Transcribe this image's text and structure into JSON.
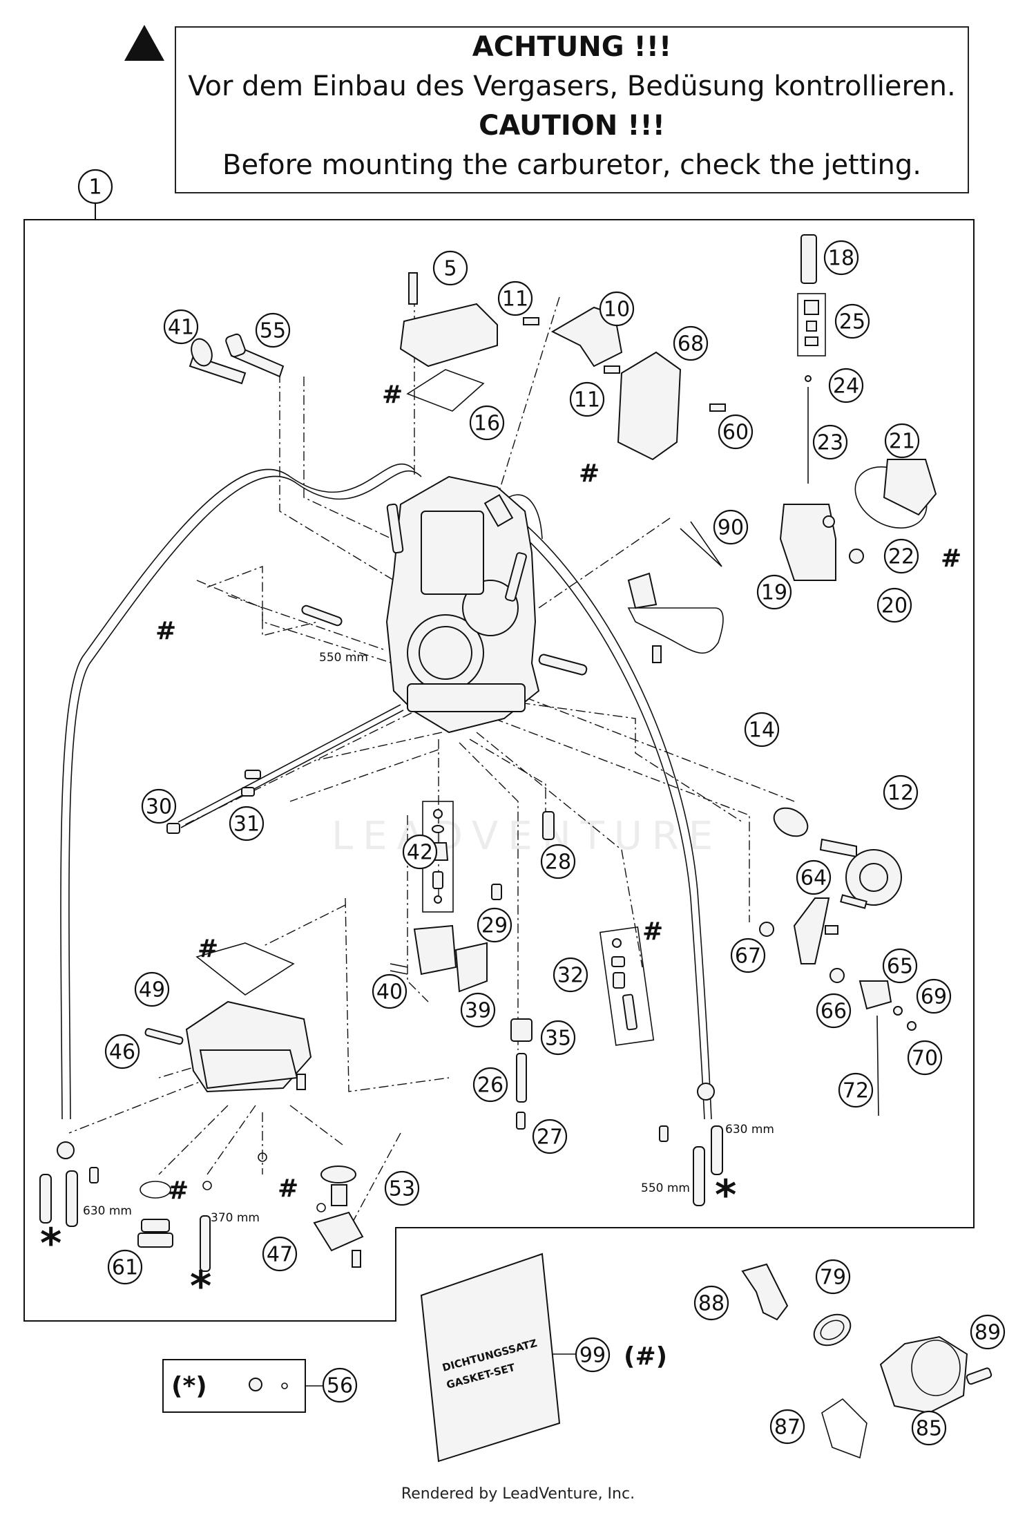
{
  "warning": {
    "title_de": "ACHTUNG !!!",
    "text_de": "Vor dem Einbau des Vergasers, Bedüsung kontrollieren.",
    "title_en": "CAUTION !!!",
    "text_en": "Before mounting the carburetor, check the jetting."
  },
  "watermark": "LEADVENTURE",
  "callouts": [
    "1",
    "5",
    "11",
    "10",
    "41",
    "55",
    "68",
    "11",
    "60",
    "16",
    "18",
    "25",
    "24",
    "23",
    "21",
    "22",
    "19",
    "20",
    "90",
    "14",
    "12",
    "30",
    "31",
    "42",
    "28",
    "29",
    "64",
    "67",
    "65",
    "66",
    "69",
    "70",
    "72",
    "32",
    "40",
    "39",
    "35",
    "26",
    "27",
    "49",
    "46",
    "53",
    "47",
    "61",
    "56",
    "99",
    "88",
    "79",
    "89",
    "87",
    "85"
  ],
  "labels": {
    "len_550_a": "550 mm",
    "len_630_a": "630 mm",
    "len_370": "370 mm",
    "len_630_b": "630 mm",
    "len_550_b": "550 mm",
    "hash": "#",
    "star": "*",
    "star_paren": "(*)",
    "hash_paren": "(#)",
    "gasket_de": "DICHTUNGSSATZ",
    "gasket_en": "GASKET-SET"
  },
  "footer": "Rendered by LeadVenture, Inc."
}
